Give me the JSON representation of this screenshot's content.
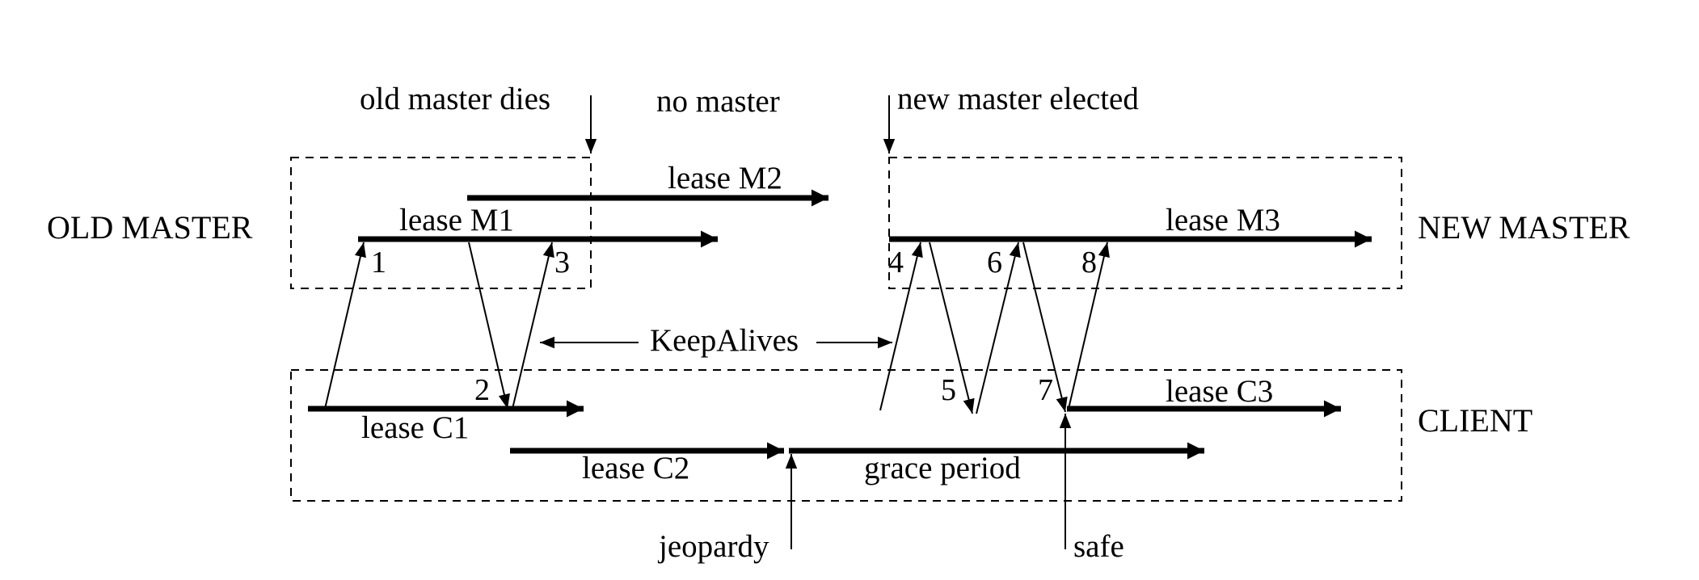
{
  "role_labels": {
    "old_master": "OLD MASTER",
    "new_master": "NEW MASTER",
    "client": "CLIENT"
  },
  "event_labels": {
    "old_master_dies": "old master dies",
    "no_master": "no master",
    "new_master_elected": "new master elected",
    "jeopardy": "jeopardy",
    "safe": "safe"
  },
  "leases": {
    "m1": "lease M1",
    "m2": "lease M2",
    "m3": "lease M3",
    "c1": "lease C1",
    "c2": "lease C2",
    "c3": "lease C3",
    "grace": "grace period"
  },
  "keepalives_label": "KeepAlives",
  "message_numbers": [
    "1",
    "2",
    "3",
    "4",
    "5",
    "6",
    "7",
    "8"
  ],
  "colors": {
    "ink": "#000000",
    "background": "#ffffff"
  }
}
